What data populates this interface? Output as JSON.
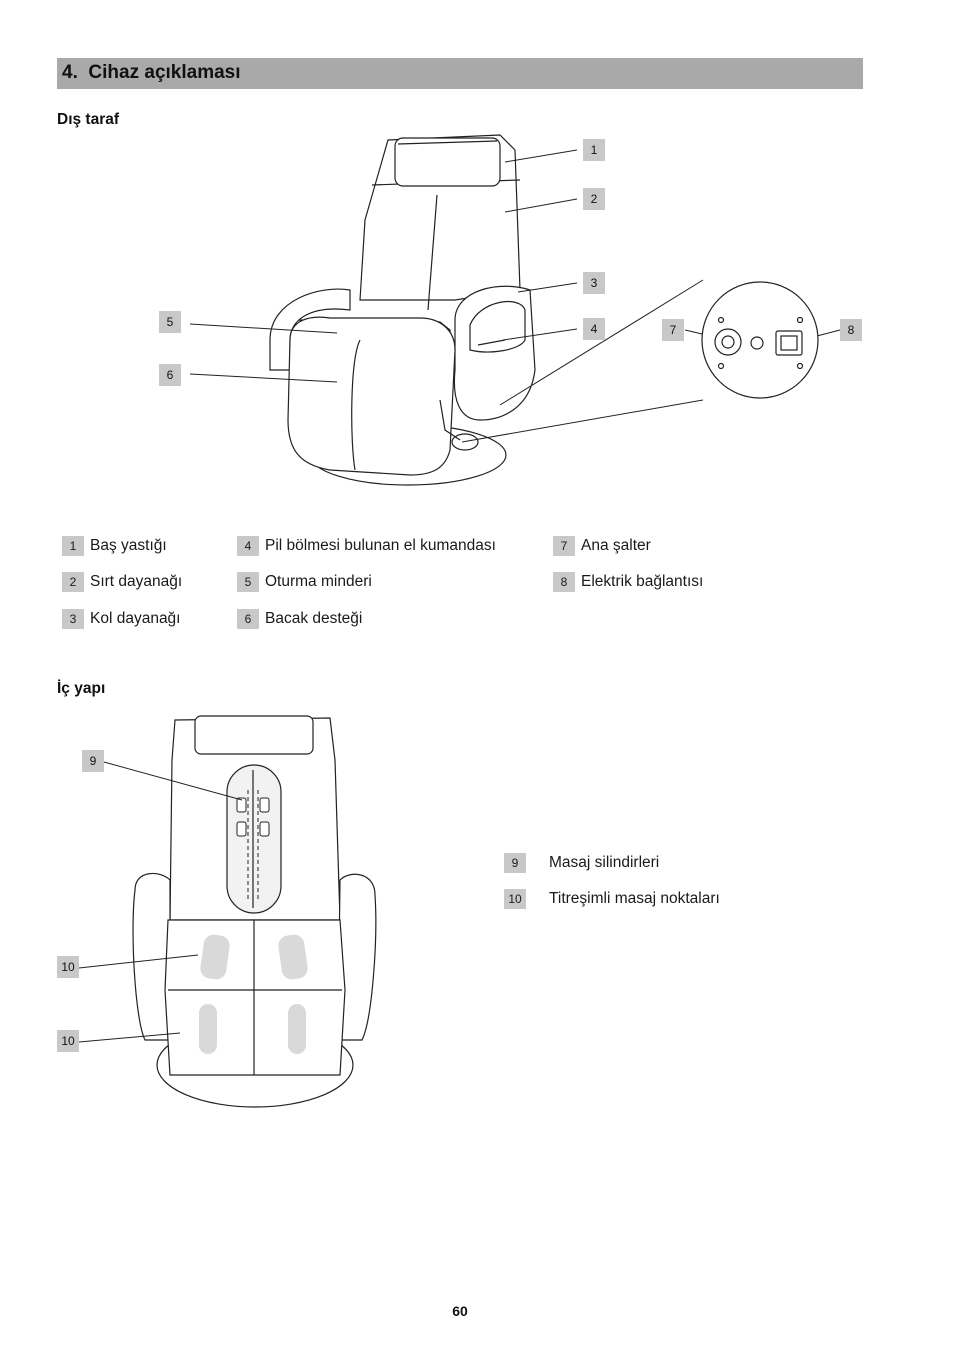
{
  "section": {
    "number": "4.",
    "title": "Cihaz açıklaması"
  },
  "outer": {
    "title": "Dış taraf",
    "legend": [
      {
        "num": "1",
        "label": "Baş yastığı"
      },
      {
        "num": "2",
        "label": "Sırt dayanağı"
      },
      {
        "num": "3",
        "label": "Kol dayanağı"
      },
      {
        "num": "4",
        "label": "Pil bölmesi bulunan el kumandası"
      },
      {
        "num": "5",
        "label": "Oturma minderi"
      },
      {
        "num": "6",
        "label": "Bacak desteği"
      },
      {
        "num": "7",
        "label": "Ana şalter"
      },
      {
        "num": "8",
        "label": "Elektrik bağlantısı"
      }
    ]
  },
  "inner": {
    "title": "İç yapı",
    "callouts": [
      "9",
      "10",
      "10"
    ],
    "legend": [
      {
        "num": "9",
        "label": "Masaj silindirleri"
      },
      {
        "num": "10",
        "label": "Titreşimli masaj noktaları"
      }
    ]
  },
  "page_number": "60"
}
